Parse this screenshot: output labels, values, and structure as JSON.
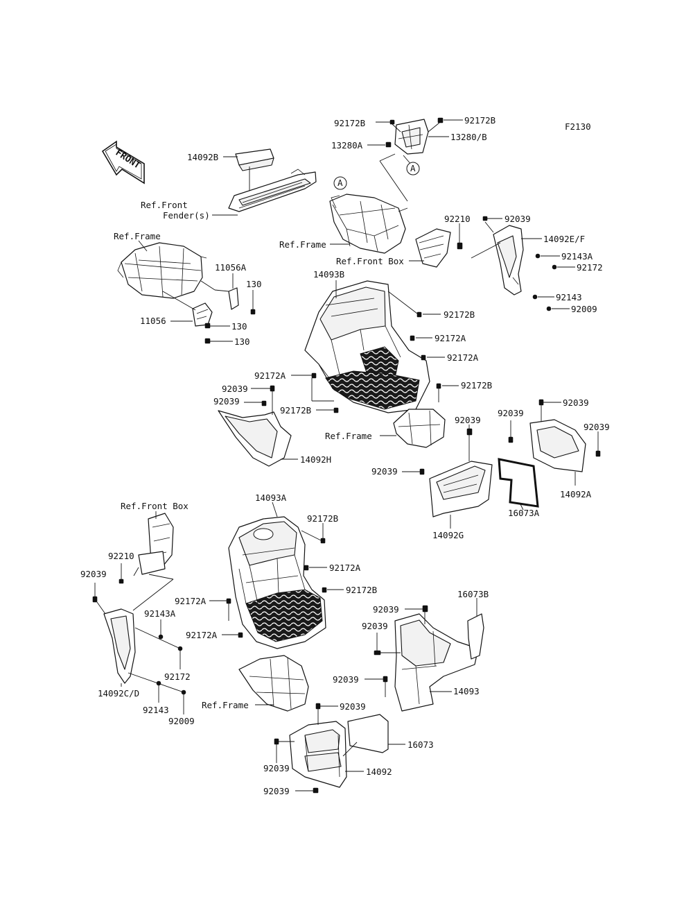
{
  "figure_code": "F2130",
  "front_arrow_label": "FRONT",
  "callout_marker": "A",
  "labels": {
    "p_14092B": "14092B",
    "ref_front_fenders_1": "Ref.Front",
    "ref_front_fenders_2": "Fender(s)",
    "ref_frame_1": "Ref.Frame",
    "p_11056A": "11056A",
    "p_130_a": "130",
    "p_130_b": "130",
    "p_130_c": "130",
    "p_11056": "11056",
    "p_92172B_top_left": "92172B",
    "p_92172B_top_right": "92172B",
    "p_13280A": "13280A",
    "p_13280B": "13280/B",
    "ref_frame_2": "Ref.Frame",
    "p_92210_top": "92210",
    "p_92039_top": "92039",
    "p_14092EF": "14092E/F",
    "ref_front_box_1": "Ref.Front Box",
    "p_92143A_top": "92143A",
    "p_92172_top": "92172",
    "p_92143_top": "92143",
    "p_92009_top": "92009",
    "p_14093B": "14093B",
    "p_92172B_mid1": "92172B",
    "p_92172A_mid1": "92172A",
    "p_92172A_mid2": "92172A",
    "p_92172A_mid3": "92172A",
    "p_92172B_mid2": "92172B",
    "p_92172B_mid3": "92172B",
    "p_92039_h1": "92039",
    "p_92039_h2": "92039",
    "ref_frame_3": "Ref.Frame",
    "p_14092H": "14092H",
    "p_92039_g1": "92039",
    "p_92039_g2": "92039",
    "p_14092G": "14092G",
    "p_92039_a1": "92039",
    "p_92039_a2": "92039",
    "p_92039_a3": "92039",
    "p_16073A": "16073A",
    "p_14092A": "14092A",
    "ref_front_box_2": "Ref.Front Box",
    "p_92210_bot": "92210",
    "p_92039_cd": "92039",
    "p_92143A_bot": "92143A",
    "p_92172_bot": "92172",
    "p_14092CD": "14092C/D",
    "p_92143_bot": "92143",
    "p_92009_bot": "92009",
    "p_14093A": "14093A",
    "p_92172B_low1": "92172B",
    "p_92172A_low1": "92172A",
    "p_92172B_low2": "92172B",
    "p_92172A_low2": "92172A",
    "p_92172A_low3": "92172A",
    "ref_frame_4": "Ref.Frame",
    "p_16073B": "16073B",
    "p_92039_r1": "92039",
    "p_92039_r2": "92039",
    "p_92039_r3": "92039",
    "p_14093": "14093",
    "p_92039_b1": "92039",
    "p_16073": "16073",
    "p_92039_b2": "92039",
    "p_14092": "14092",
    "p_92039_b3": "92039"
  }
}
